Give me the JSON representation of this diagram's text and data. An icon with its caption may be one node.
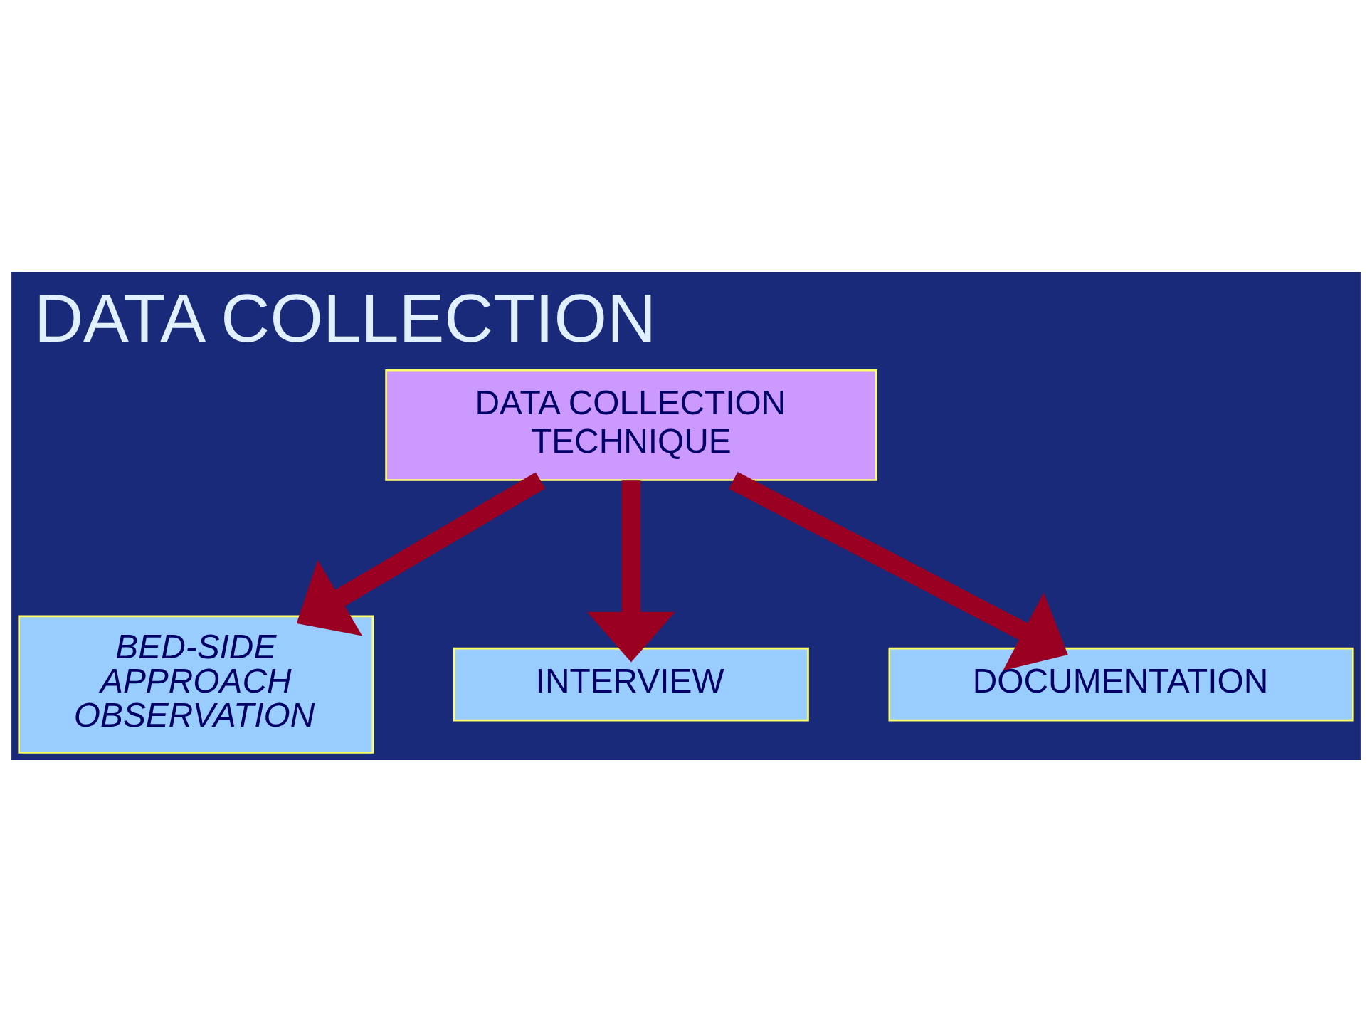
{
  "diagram": {
    "title": "DATA COLLECTION",
    "nodes": [
      {
        "text": [
          "DATA COLLECTION TECHNIQUE"
        ]
      },
      {
        "text": [
          "BED-SIDE APPROACH OBSERVATION"
        ]
      },
      {
        "text": [
          "INTERVIEW"
        ]
      },
      {
        "text": [
          "DOCUMENTATION"
        ]
      }
    ],
    "edges": [
      {
        "from": 0,
        "to": 1,
        "arrow": "to",
        "color": "#990022"
      },
      {
        "from": 0,
        "to": 2,
        "arrow": "to",
        "color": "#990022"
      },
      {
        "from": 0,
        "to": 3,
        "arrow": "to",
        "color": "#990022"
      }
    ]
  }
}
